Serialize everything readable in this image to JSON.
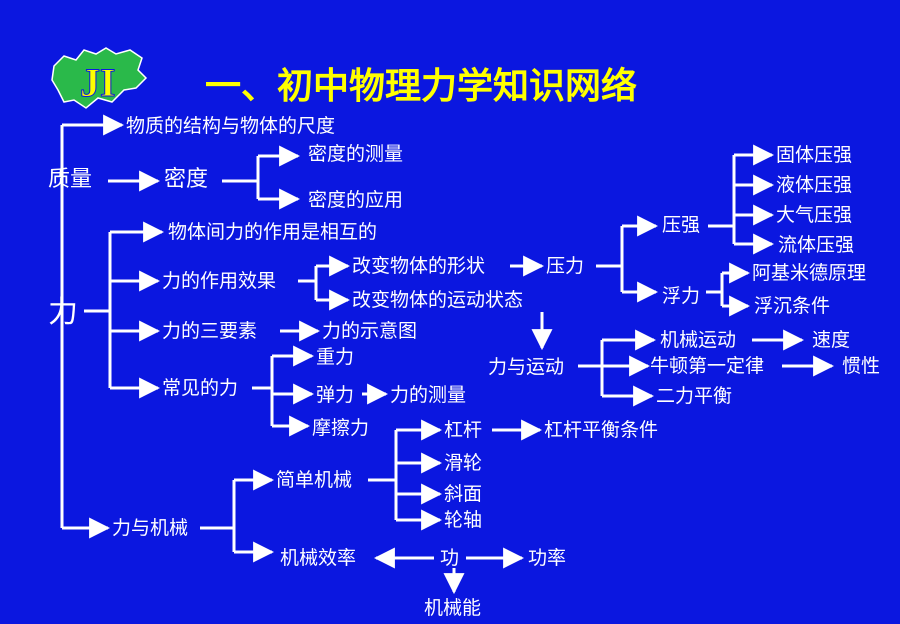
{
  "title": "一、初中物理力学知识网络",
  "logo": {
    "mark": "JI"
  },
  "colors": {
    "background": "#0b17e0",
    "title": "#ffff00",
    "text": "#ffffff",
    "logo": "#2ab94a"
  },
  "nodes": {
    "structure": "物质的结构与物体的尺度",
    "mass": "质量",
    "density": "密度",
    "density_measure": "密度的测量",
    "density_apply": "密度的应用",
    "force": "力",
    "mutual": "物体间力的作用是相互的",
    "effect": "力的作用效果",
    "change_shape": "改变物体的形状",
    "change_motion": "改变物体的运动状态",
    "pressure_force": "压力",
    "pressure": "压强",
    "solid_pressure": "固体压强",
    "liquid_pressure": "液体压强",
    "air_pressure": "大气压强",
    "fluid_pressure": "流体压强",
    "buoyancy": "浮力",
    "archimedes": "阿基米德原理",
    "float_sink": "浮沉条件",
    "three_elements": "力的三要素",
    "diagram": "力的示意图",
    "force_motion": "力与运动",
    "mech_motion": "机械运动",
    "speed": "速度",
    "newton1": "牛顿第一定律",
    "inertia": "惯性",
    "balance": "二力平衡",
    "common": "常见的力",
    "gravity": "重力",
    "elastic": "弹力",
    "force_measure": "力的测量",
    "friction": "摩擦力",
    "lever": "杠杆",
    "lever_balance": "杠杆平衡条件",
    "pulley": "滑轮",
    "slope": "斜面",
    "wheel_axle": "轮轴",
    "simple_machine": "简单机械",
    "force_machine": "力与机械",
    "efficiency": "机械效率",
    "work": "功",
    "power": "功率",
    "mech_energy": "机械能"
  }
}
